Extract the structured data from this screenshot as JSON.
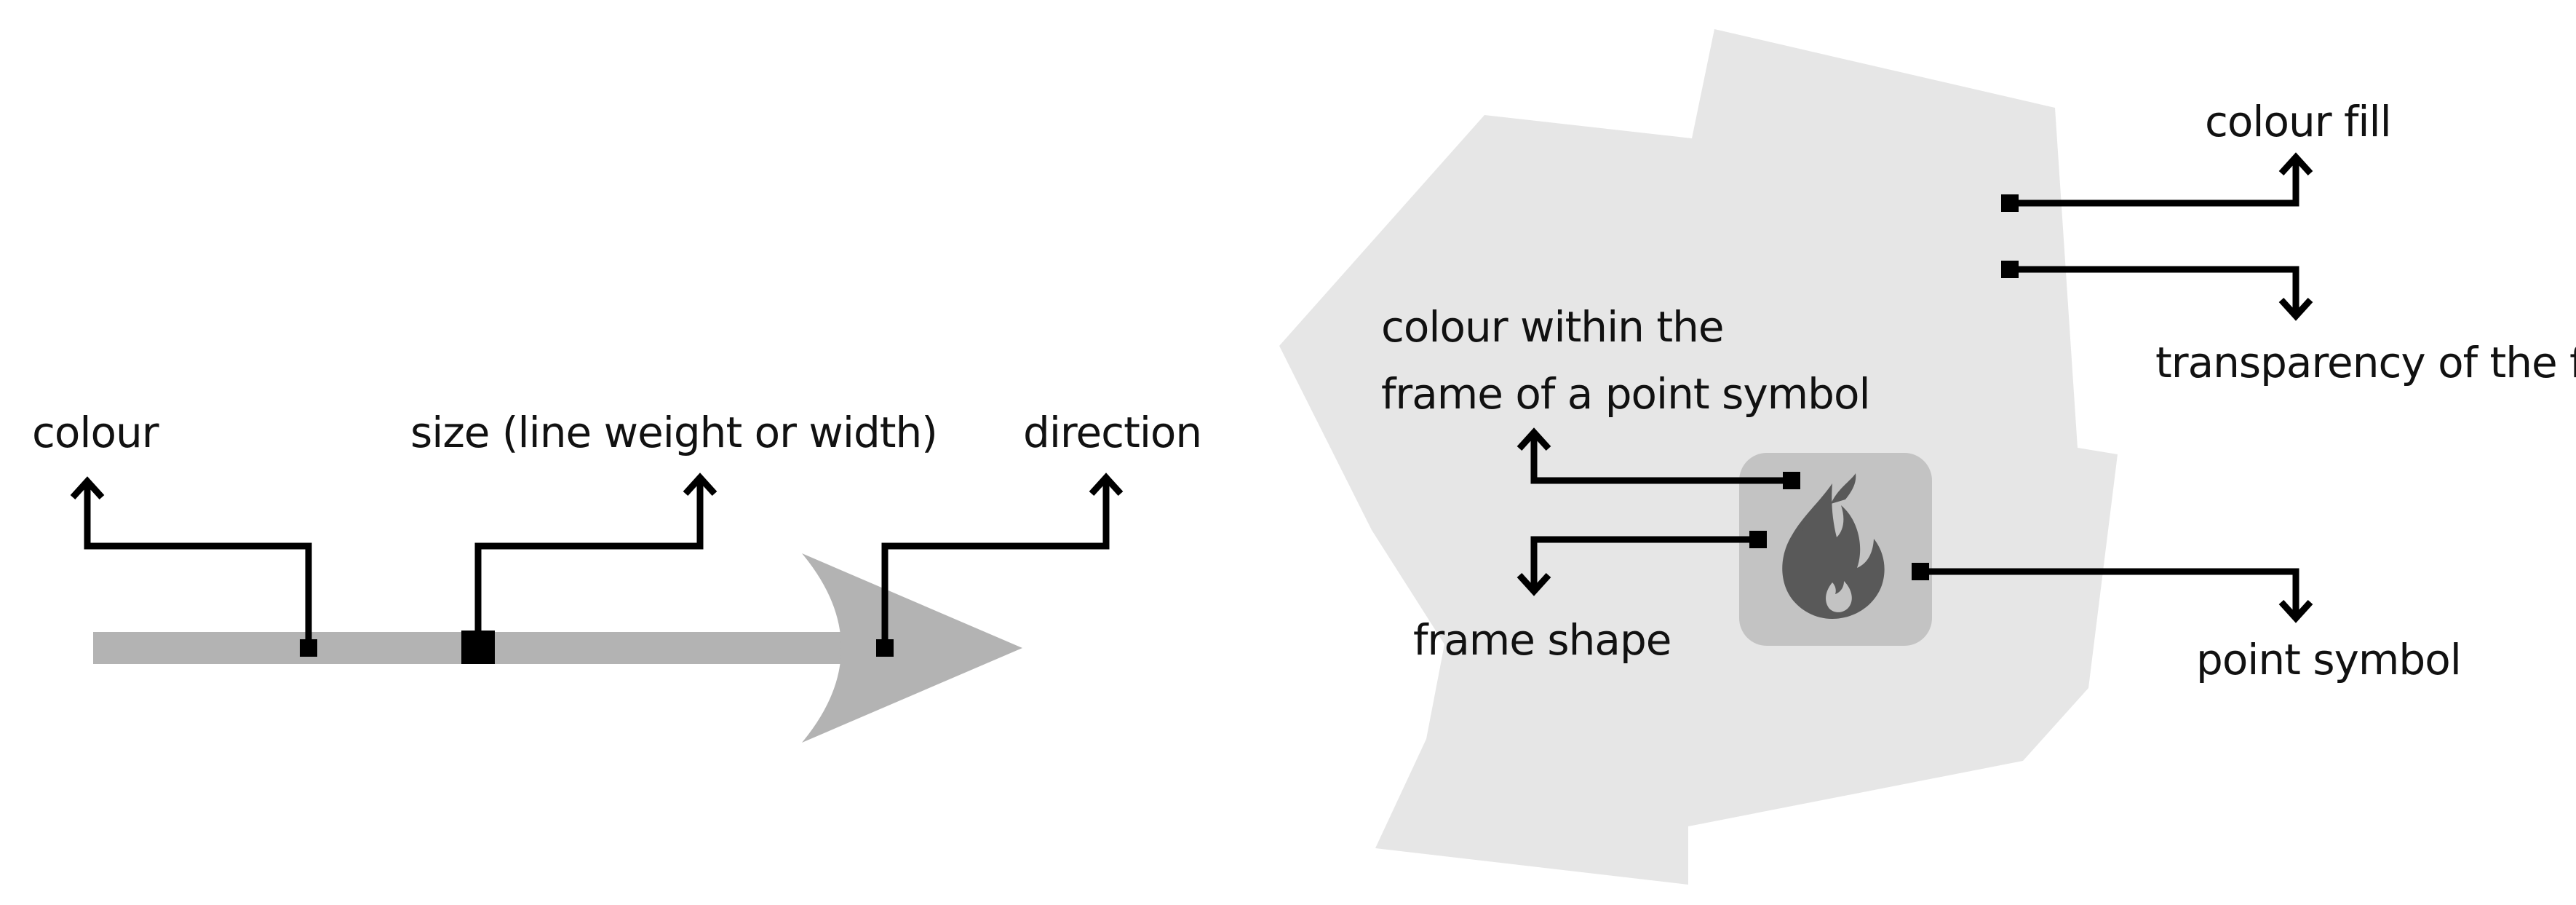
{
  "colors": {
    "line_symbol": "#b3b3b3",
    "area_fill": "#e6e6e6",
    "symbol_frame": "#c3c3c3",
    "symbol_icon": "#595959",
    "leader": "#000000",
    "text": "#111111"
  },
  "line_panel": {
    "labels": {
      "colour": "colour",
      "size": "size (line weight or width)",
      "direction": "direction"
    }
  },
  "area_panel": {
    "labels": {
      "colour_fill": "colour fill",
      "transparency": "transparency of the fill",
      "frame_colour_line1": "colour within the",
      "frame_colour_line2": "frame of a point symbol",
      "frame_shape": "frame shape",
      "point_symbol": "point symbol"
    },
    "icon": "fire-icon"
  }
}
